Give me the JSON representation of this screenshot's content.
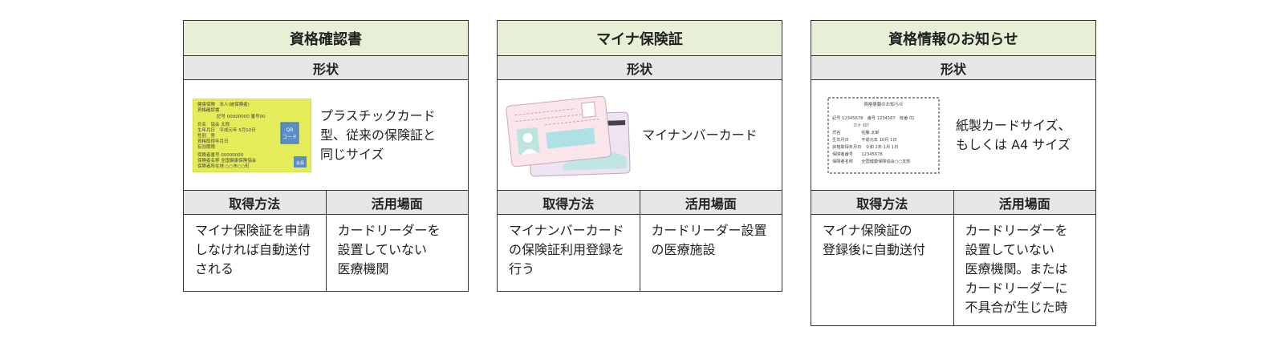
{
  "cards": [
    {
      "title": "資格確認書",
      "form_header": "形状",
      "form_text": "プラスチックカード\n型、従来の保険証と\n同じサイズ",
      "col1_header": "取得方法",
      "col2_header": "活用場面",
      "col1_text": "マイナ保険証を申請\nしなければ自動送付\nされる",
      "col2_text": "カードリーダーを\n設置していない\n医療機関",
      "card_image": {
        "lines": [
          "健康保険　本人(被保険者)",
          "資格確認書",
          "記号 00000000 番号00",
          "氏名　協会 太郎",
          "生年月日　平成元年 5月10日",
          "性別　男",
          "資格取得年月日",
          "有効期限",
          "保険者番号 00000000",
          "保険者名称 全国健康保険協会",
          "保険者所在地 ○○市○○町"
        ],
        "qr_label": "QR\nコード",
        "badge": "会員"
      }
    },
    {
      "title": "マイナ保険証",
      "form_header": "形状",
      "form_text": "マイナンバーカード",
      "col1_header": "取得方法",
      "col2_header": "活用場面",
      "col1_text": "マイナンバーカード\nの保険証利用登録を\n行う",
      "col2_text": "カードリーダー設置\nの医療施設"
    },
    {
      "title": "資格情報のお知らせ",
      "form_header": "形状",
      "form_text": "紙製カードサイズ、\nもしくは A4 サイズ",
      "col1_header": "取得方法",
      "col2_header": "活用場面",
      "col1_text": "マイナ保険証の\n登録後に自動送付",
      "col2_text": "カードリーダーを\n設置していない\n医療機関。または\nカードリーダーに\n不具合が生じた時",
      "notice_image": {
        "title": "資格情報のお知らせ",
        "lines": [
          "記号 12345678　番号 1234567　枝番 01",
          "　　　　　カナ ﾀﾛｳ",
          "氏名　　　　　佐藤 太郎",
          "生年月日　　　平成元年 10月 1日",
          "資格取得年月日　令和 2年 1月 1日",
          "保険者番号　　12345678",
          "保険者名称　　全国健康保険協会○○支部"
        ]
      }
    }
  ],
  "colors": {
    "title_bg": "#e8efd7",
    "header_bg": "#e6e6e6",
    "border": "#333333",
    "card_yellow": "#e4ec5a"
  }
}
